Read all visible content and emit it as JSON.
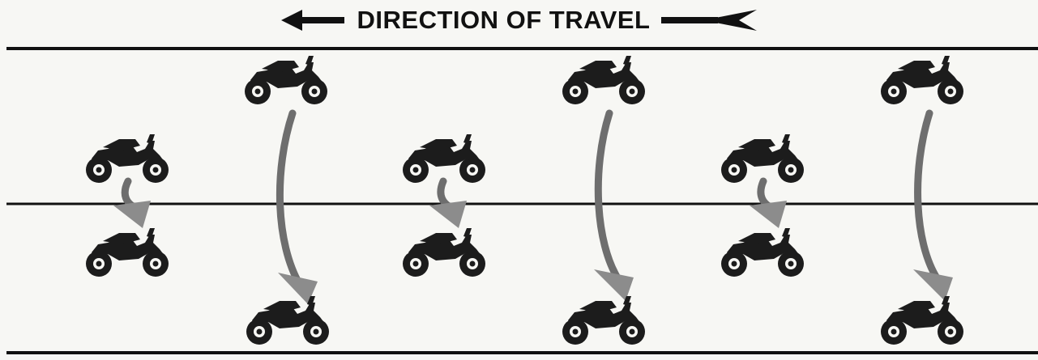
{
  "heading": {
    "text": "DIRECTION OF TRAVEL"
  },
  "colors": {
    "ink": "#111111",
    "bike": "#1c1c1c",
    "arrow_shaft": "#6e6e6e",
    "arrow_head": "#8c8c8c",
    "paper": "#f7f7f4"
  },
  "icons": {
    "left_arrow": "arrow-left-icon",
    "fletched_arrow": "arrow-tail-icon",
    "motorcycle": "motorcycle-icon"
  },
  "formation": {
    "type": "staggered motorcycle lane change",
    "groups": [
      {
        "group": 1,
        "short_move": "left-lane to right-lane",
        "long_move": "top to bottom"
      },
      {
        "group": 2,
        "short_move": "left-lane to right-lane",
        "long_move": "top to bottom"
      },
      {
        "group": 3,
        "short_move": "left-lane to right-lane",
        "long_move": "top to bottom"
      }
    ]
  }
}
